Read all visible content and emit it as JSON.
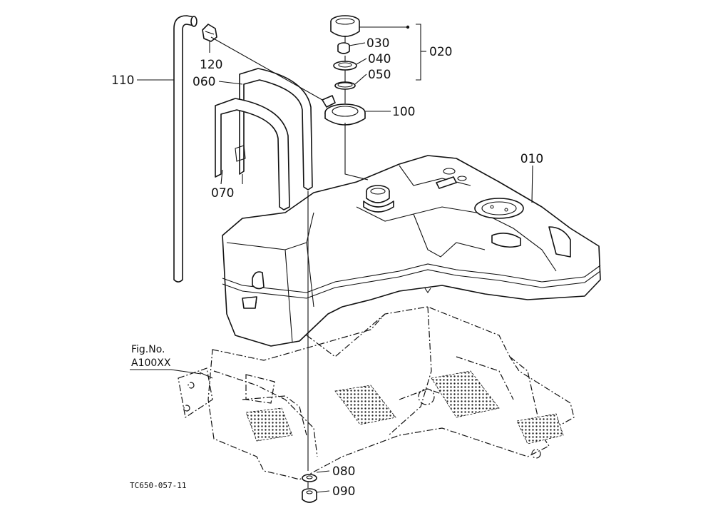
{
  "parts": [
    {
      "id": "p010",
      "label": "010"
    },
    {
      "id": "p020",
      "label": "020"
    },
    {
      "id": "p030",
      "label": "030"
    },
    {
      "id": "p040",
      "label": "040"
    },
    {
      "id": "p050",
      "label": "050"
    },
    {
      "id": "p060",
      "label": "060"
    },
    {
      "id": "p070",
      "label": "070"
    },
    {
      "id": "p080",
      "label": "080"
    },
    {
      "id": "p090",
      "label": "090"
    },
    {
      "id": "p100",
      "label": "100"
    },
    {
      "id": "p110",
      "label": "110"
    },
    {
      "id": "p120",
      "label": "120"
    }
  ],
  "figure_ref": {
    "line1": "Fig.No.",
    "line2": "A100XX"
  },
  "drawing_code": "TC650-057-11"
}
